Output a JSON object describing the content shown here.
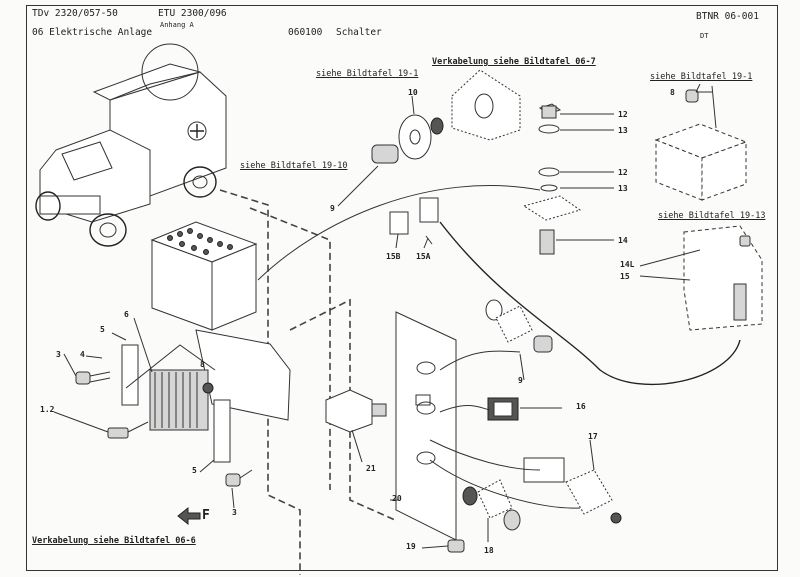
{
  "header": {
    "doc_id": "TDv 2320/057-50",
    "etu": "ETU 2300/096",
    "anhang": "Anhang A",
    "section": "06 Elektrische Anlage",
    "part_code": "060100",
    "part_name": "Schalter",
    "btnr": "BTNR 06-001",
    "dt": "DT"
  },
  "references": {
    "wiring_top": "Verkabelung siehe Bildtafel 06-7",
    "wiring_bottom": "Verkabelung siehe Bildtafel 06-6",
    "ref_19_1_left": "siehe Bildtafel 19-1",
    "ref_19_1_right": "siehe Bildtafel 19-1",
    "ref_19_10": "siehe Bildtafel 19-10",
    "ref_19_13": "siehe Bildtafel 19-13"
  },
  "part_numbers": {
    "p10": "10",
    "p9_top": "9",
    "p8": "8",
    "p12_a": "12",
    "p13_a": "13",
    "p12_b": "12",
    "p13_b": "13",
    "p14": "14",
    "p14l": "14L",
    "p15": "15",
    "p15b": "15B",
    "p15a": "15A",
    "p5_top": "5",
    "p6": "6",
    "p4": "4",
    "p3_left": "3",
    "p8_left": "8",
    "p1_2": "1.2",
    "p5_bottom": "5",
    "p3_bottom": "3",
    "p9_right": "9",
    "p16": "16",
    "p17": "17",
    "p21": "21",
    "p20": "20",
    "p18": "18",
    "p19": "19"
  },
  "arrow_label": "F"
}
